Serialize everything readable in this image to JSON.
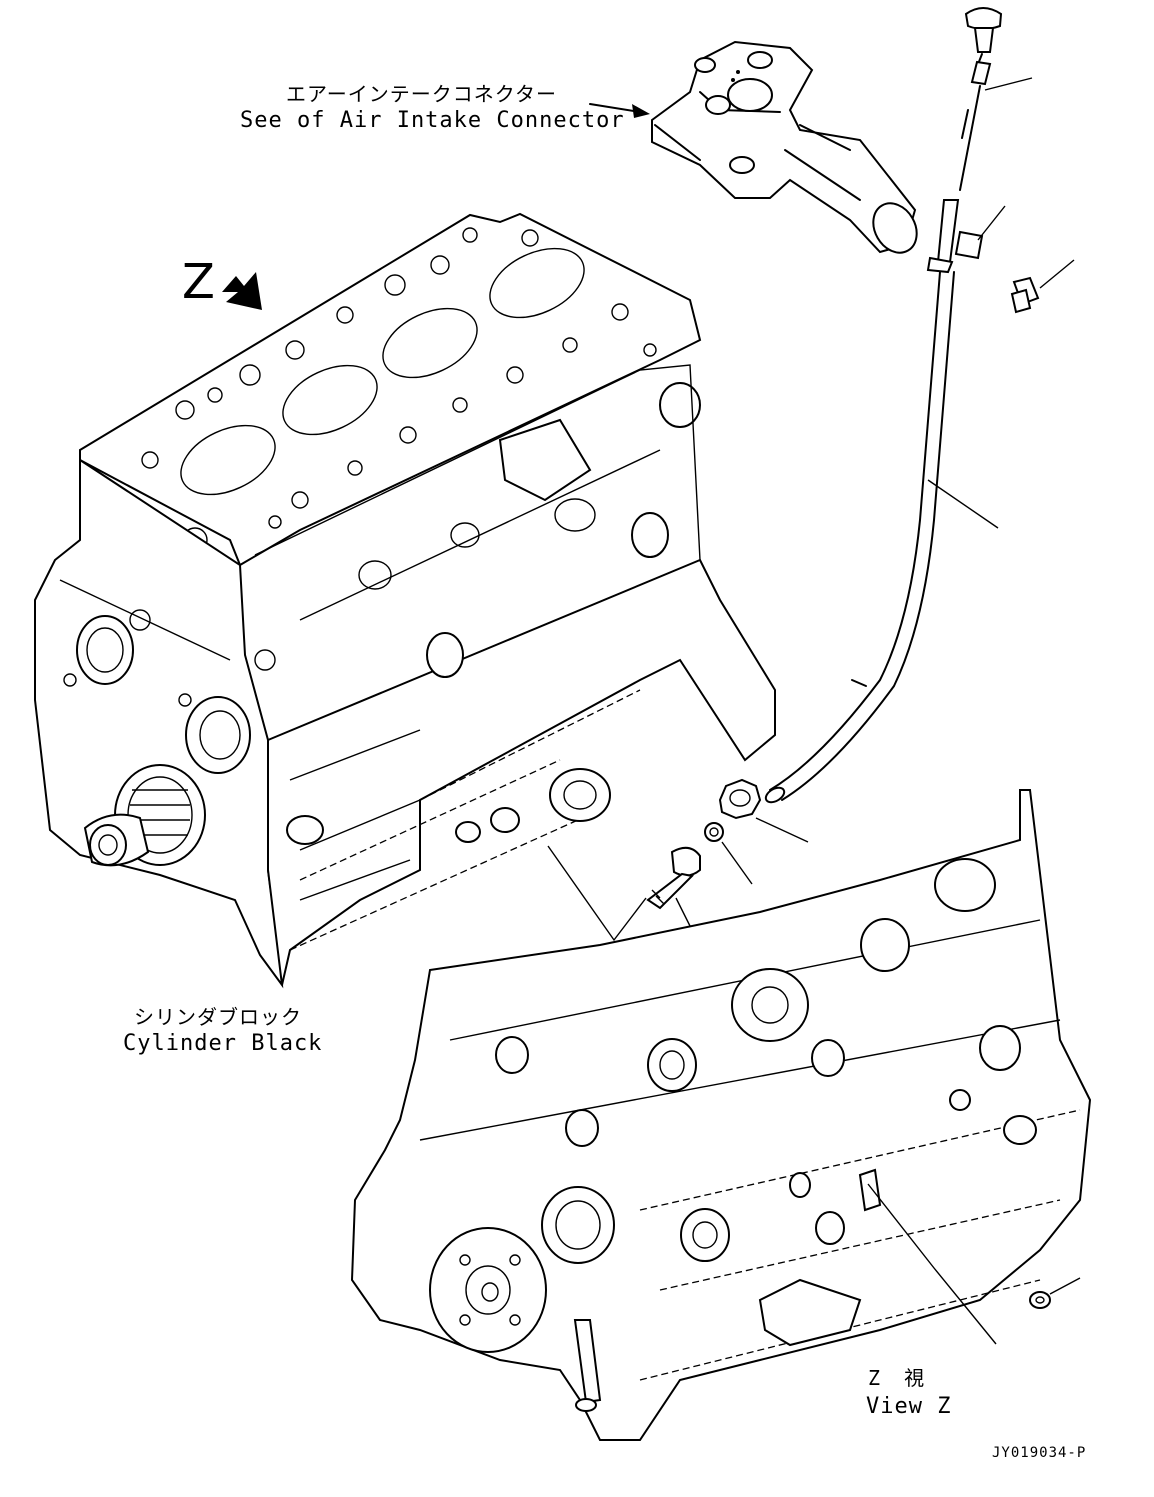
{
  "labels": {
    "air_intake_ja": "エアーインテークコネクター",
    "air_intake_en": "See of Air Intake Connector",
    "cylinder_block_ja": "シリンダブロック",
    "cylinder_block_en": "Cylinder Black",
    "view_marker": "Z",
    "view_z_ja": "Z 視",
    "view_z_en": "View Z",
    "drawing_code": "JY019034-P"
  },
  "colors": {
    "line": "#000000",
    "background": "#ffffff"
  }
}
